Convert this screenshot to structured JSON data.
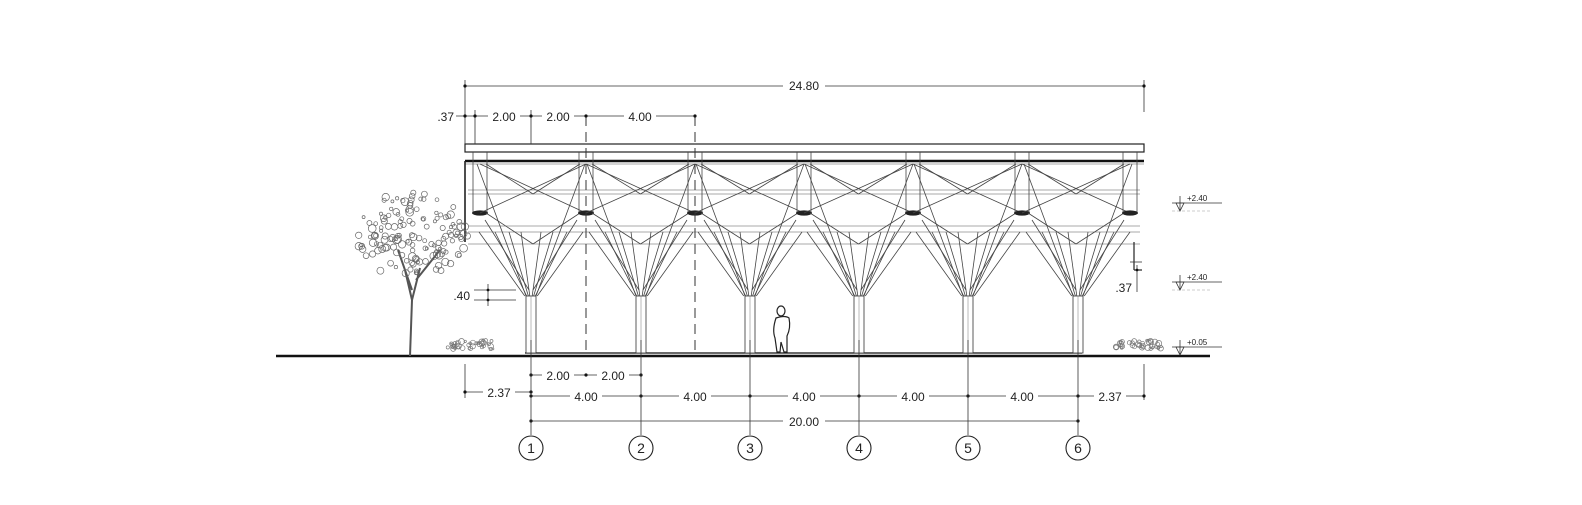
{
  "dimensions": {
    "overall": "24.80",
    "top_edge": ".37",
    "top_a": "2.00",
    "top_b": "2.00",
    "top_c": "4.00",
    "bottom_a": "2.00",
    "bottom_b": "2.00",
    "left_overhang": "2.37",
    "right_overhang": "2.37",
    "bay_1": "4.00",
    "bay_2": "4.00",
    "bay_3": "4.00",
    "bay_4": "4.00",
    "bay_5": "4.00",
    "total_axes": "20.00",
    "col_head": ".40",
    "right_edge": ".37"
  },
  "levels": {
    "upper": "+2.40",
    "middle": "+2.40",
    "floor": "+0.05"
  },
  "axes": [
    "1",
    "2",
    "3",
    "4",
    "5",
    "6"
  ],
  "colors": {
    "line": "#222222",
    "background": "#ffffff"
  }
}
